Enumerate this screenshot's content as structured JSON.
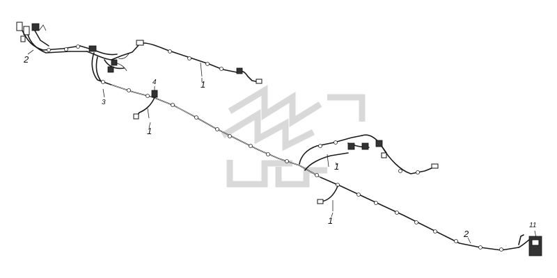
{
  "diagram": {
    "callouts": [
      {
        "id": "c2-left",
        "text": "2"
      },
      {
        "id": "c1-top",
        "text": "1"
      },
      {
        "id": "c3",
        "text": "3"
      },
      {
        "id": "c4",
        "text": "4"
      },
      {
        "id": "c1-left",
        "text": "1"
      },
      {
        "id": "c1-mid",
        "text": "1"
      },
      {
        "id": "c1-bottom",
        "text": "1"
      },
      {
        "id": "c2-right",
        "text": "2"
      },
      {
        "id": "c11",
        "text": "11"
      }
    ]
  }
}
